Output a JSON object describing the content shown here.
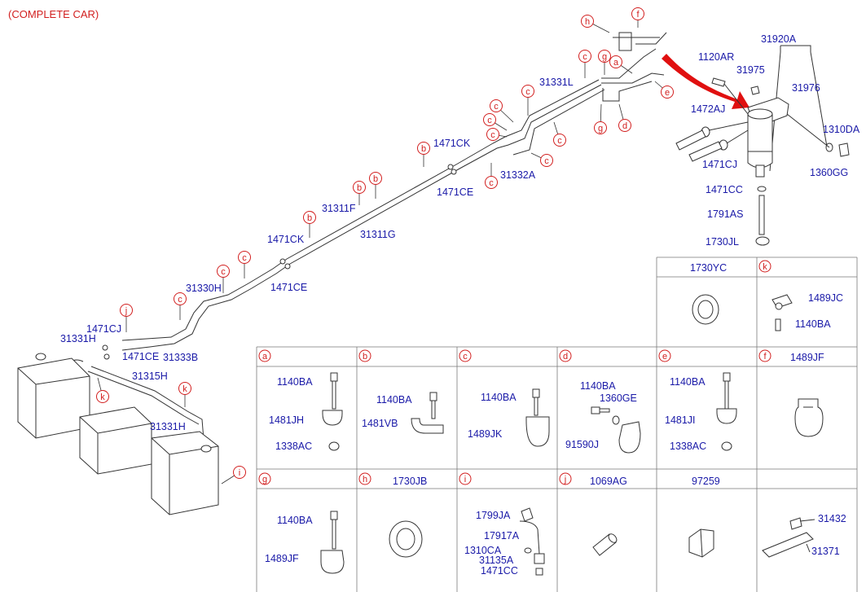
{
  "title": "(COMPLETE CAR)",
  "accent_color": "#d21f1f",
  "label_color": "#1a1aa8",
  "main_labels": {
    "p31920A": "31920A",
    "p31976": "31976",
    "p31975": "31975",
    "p1120AR": "1120AR",
    "p1472AJ": "1472AJ",
    "p1471CJ_top": "1471CJ",
    "p1310DA": "1310DA",
    "p1360GG": "1360GG",
    "p1471CC": "1471CC",
    "p1791AS": "1791AS",
    "p1730JL": "1730JL",
    "p31331L": "31331L",
    "p31332A": "31332A",
    "p1471CK_a": "1471CK",
    "p1471CE_a": "1471CE",
    "p31311F": "31311F",
    "p31311G": "31311G",
    "p1471CK_b": "1471CK",
    "p1471CE_b": "1471CE",
    "p31330H": "31330H",
    "p1471CJ_b": "1471CJ",
    "p1471CE_c": "1471CE",
    "p31331H_a": "31331H",
    "p31333B": "31333B",
    "p31315H": "31315H",
    "p31331H_b": "31331H"
  },
  "callouts": [
    {
      "id": "h",
      "letter": "h"
    },
    {
      "id": "f",
      "letter": "f"
    },
    {
      "id": "a",
      "letter": "a"
    },
    {
      "id": "c1",
      "letter": "c"
    },
    {
      "id": "g1",
      "letter": "g"
    },
    {
      "id": "e1",
      "letter": "e"
    },
    {
      "id": "g2",
      "letter": "g"
    },
    {
      "id": "d1",
      "letter": "d"
    },
    {
      "id": "c2",
      "letter": "c"
    },
    {
      "id": "c3",
      "letter": "c"
    },
    {
      "id": "c4",
      "letter": "c"
    },
    {
      "id": "c5",
      "letter": "c"
    },
    {
      "id": "c6",
      "letter": "c"
    },
    {
      "id": "c7",
      "letter": "c"
    },
    {
      "id": "b1",
      "letter": "b"
    },
    {
      "id": "b2",
      "letter": "b"
    },
    {
      "id": "b3",
      "letter": "b"
    },
    {
      "id": "b4",
      "letter": "b"
    },
    {
      "id": "c8",
      "letter": "c"
    },
    {
      "id": "c9",
      "letter": "c"
    },
    {
      "id": "c10",
      "letter": "c"
    },
    {
      "id": "c11",
      "letter": "c"
    },
    {
      "id": "j1",
      "letter": "j"
    },
    {
      "id": "k1",
      "letter": "k"
    },
    {
      "id": "k2",
      "letter": "k"
    },
    {
      "id": "i1",
      "letter": "i"
    }
  ],
  "table": {
    "top": [
      {
        "title": "1730YC",
        "letter": ""
      },
      {
        "title": "1489JC",
        "letter": "k",
        "parts": [
          "1489JC",
          "1140BA"
        ]
      }
    ],
    "row1": [
      {
        "letter": "a",
        "title": "",
        "parts": [
          "1140BA",
          "1481JH",
          "1338AC"
        ]
      },
      {
        "letter": "b",
        "title": "",
        "parts": [
          "1140BA",
          "1481VB"
        ]
      },
      {
        "letter": "c",
        "title": "",
        "parts": [
          "1140BA",
          "1489JK"
        ]
      },
      {
        "letter": "d",
        "title": "",
        "parts": [
          "1140BA",
          "1360GE",
          "91590J"
        ]
      },
      {
        "letter": "e",
        "title": "",
        "parts": [
          "1140BA",
          "1481JI",
          "1338AC"
        ]
      },
      {
        "letter": "f",
        "title": "1489JF",
        "parts": []
      }
    ],
    "row2": [
      {
        "letter": "g",
        "title": "",
        "parts": [
          "1140BA",
          "1489JF"
        ]
      },
      {
        "letter": "h",
        "title": "1730JB",
        "parts": []
      },
      {
        "letter": "i",
        "title": "",
        "parts": [
          "1799JA",
          "17917A",
          "1310CA",
          "31135A",
          "1471CC"
        ]
      },
      {
        "letter": "j",
        "title": "1069AG",
        "parts": []
      },
      {
        "letter": "",
        "title": "97259",
        "parts": []
      },
      {
        "letter": "",
        "title": "",
        "parts": [
          "31432",
          "31371"
        ]
      }
    ]
  }
}
